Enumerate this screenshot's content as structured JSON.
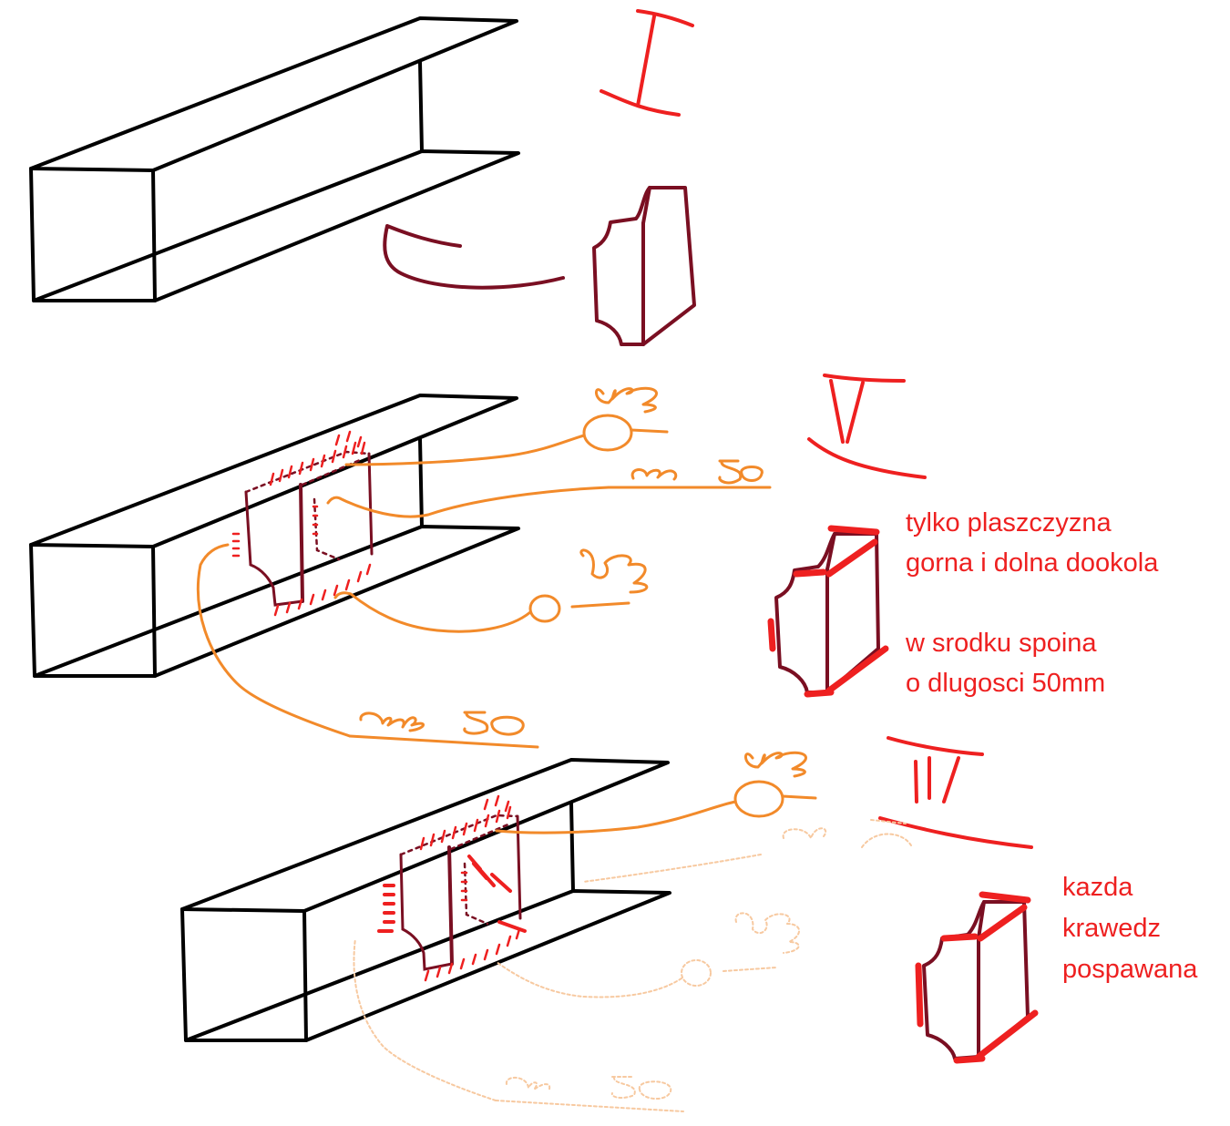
{
  "notes": {
    "variant_2": {
      "line_1": "tylko plaszczyzna",
      "line_2": "gorna i dolna dookola",
      "line_3": "w srodku spoina",
      "line_4": "o dlugosci 50mm"
    },
    "variant_3": {
      "line_1": "kazda",
      "line_2": "krawedz",
      "line_3": "pospawana"
    }
  },
  "colors": {
    "beam": "#000000",
    "stiffener_plate": "#7a0f22",
    "annotation": "#ee2020",
    "weld_symbol": "#f28a2a",
    "weld_symbol_faint": "#f7c9a0"
  }
}
